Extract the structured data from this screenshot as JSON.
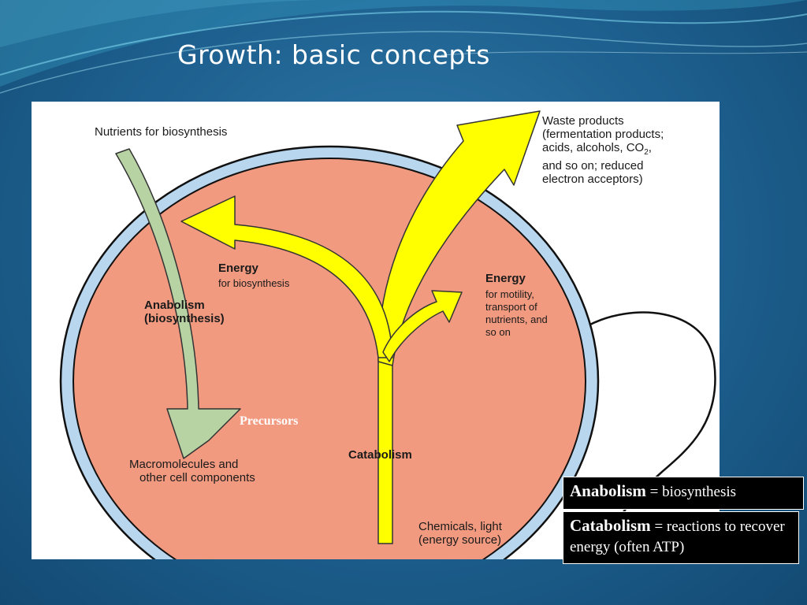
{
  "slide": {
    "title": "Growth: basic concepts"
  },
  "diagram": {
    "nutrients": "Nutrients for biosynthesis",
    "waste": {
      "line1": "Waste products",
      "line2": "(fermentation products;",
      "line3_pre": "acids, alcohols, CO",
      "line3_sub": "2",
      "line3_post": ",",
      "line4": "and so on; reduced",
      "line5": "electron acceptors)"
    },
    "energy_bio": {
      "title": "Energy",
      "sub": "for biosynthesis"
    },
    "anabolism": {
      "line1": "Anabolism",
      "line2": "(biosynthesis)"
    },
    "energy_motility": {
      "title": "Energy",
      "line1": "for motility,",
      "line2": "transport of",
      "line3": "nutrients, and",
      "line4": "so on"
    },
    "precursors": "Precursors",
    "macromolecules": {
      "line1": "Macromolecules and",
      "line2": "other cell components"
    },
    "catabolism": "Catabolism",
    "chemicals": {
      "line1": "Chemicals, light",
      "line2": "(energy source)"
    }
  },
  "definitions": {
    "anabolism": {
      "term": "Anabolism",
      "rest": " = biosynthesis"
    },
    "catabolism": {
      "term": "Catabolism",
      "rest": " = reactions to recover energy (often ATP)"
    }
  },
  "colors": {
    "background": "#1d5f8e",
    "cytoplasm": "#f29a80",
    "membrane": "#b9d6ef",
    "yellow_arrow": "#ffff00",
    "green_arrow": "#b7d3a3",
    "definition_box": "#000000"
  }
}
